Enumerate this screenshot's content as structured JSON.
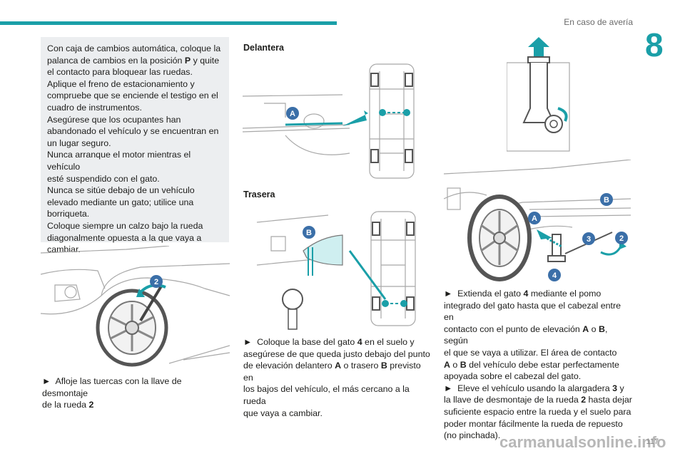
{
  "header": {
    "section_title": "En caso de avería",
    "chapter_number": "8"
  },
  "warning_box": {
    "lines": [
      [
        "Con caja de cambios automática, coloque la",
        "palanca de cambios en la posición ",
        "P",
        " y quite",
        "el contacto para bloquear las ruedas."
      ],
      [
        "Aplique el freno de estacionamiento y",
        "compruebe que se enciende el testigo en el",
        "cuadro de instrumentos."
      ],
      [
        "Asegúrese que los ocupantes han",
        "abandonado el vehículo y se encuentran en",
        "un lugar seguro."
      ],
      [
        "Nunca arranque el motor mientras el vehículo",
        "esté suspendido con el gato."
      ],
      [
        "Nunca se sitúe debajo de un vehículo",
        "elevado mediante un gato; utilice una",
        "borriqueta."
      ],
      [
        "Coloque siempre un calzo bajo la rueda",
        "diagonalmente opuesta a la que vaya a",
        "cambiar."
      ]
    ]
  },
  "col1": {
    "step_arrow": "►",
    "step_text_a": "Afloje las tuercas con la llave de desmontaje",
    "step_text_b": "de la rueda ",
    "step_bold": "2",
    "callout": "2"
  },
  "col2": {
    "heading_front": "Delantera",
    "heading_rear": "Trasera",
    "callout_a": "A",
    "callout_b": "B",
    "step_arrow": "►",
    "step_l1a": "Coloque la base del gato ",
    "step_l1b": "4",
    "step_l1c": " en el suelo y",
    "step_l2": "asegúrese de que queda justo debajo del punto",
    "step_l3a": "de elevación delantero ",
    "step_l3b": "A",
    "step_l3c": " o trasero ",
    "step_l3d": "B",
    "step_l3e": " previsto en",
    "step_l4": "los bajos del vehículo, el más cercano a la rueda",
    "step_l5": "que vaya a cambiar."
  },
  "col3": {
    "callouts": {
      "a": "A",
      "b": "B",
      "three": "3",
      "two": "2",
      "four": "4"
    },
    "arrow": "►",
    "p1_l1a": "Extienda el gato ",
    "p1_l1b": "4",
    "p1_l1c": " mediante el pomo",
    "p1_l2": "integrado del gato hasta que el cabezal entre en",
    "p1_l3a": "contacto con el punto de elevación ",
    "p1_l3b": "A",
    "p1_l3c": " o ",
    "p1_l3d": "B",
    "p1_l3e": ", según",
    "p1_l4": "el que se vaya a utilizar. El área de contacto",
    "p1_l5a": "A",
    "p1_l5b": " o ",
    "p1_l5c": "B",
    "p1_l5d": " del vehículo debe estar perfectamente",
    "p1_l6": "apoyada sobre el cabezal del gato.",
    "p2_l1a": "Eleve el vehículo usando la alargadera ",
    "p2_l1b": "3",
    "p2_l1c": " y",
    "p2_l2a": "la llave de desmontaje de la rueda ",
    "p2_l2b": "2",
    "p2_l2c": " hasta dejar",
    "p2_l3": "suficiente espacio entre la rueda y el suelo para",
    "p2_l4": "poder montar fácilmente la rueda de repuesto",
    "p2_l5": "(no pinchada)."
  },
  "footer": {
    "page_number": "117",
    "watermark": "carmanualsonline.info"
  },
  "colors": {
    "accent": "#1a9fa8",
    "box_bg": "#eceef0",
    "callout": "#3b6fa8",
    "line_art": "#9a9a9a"
  }
}
